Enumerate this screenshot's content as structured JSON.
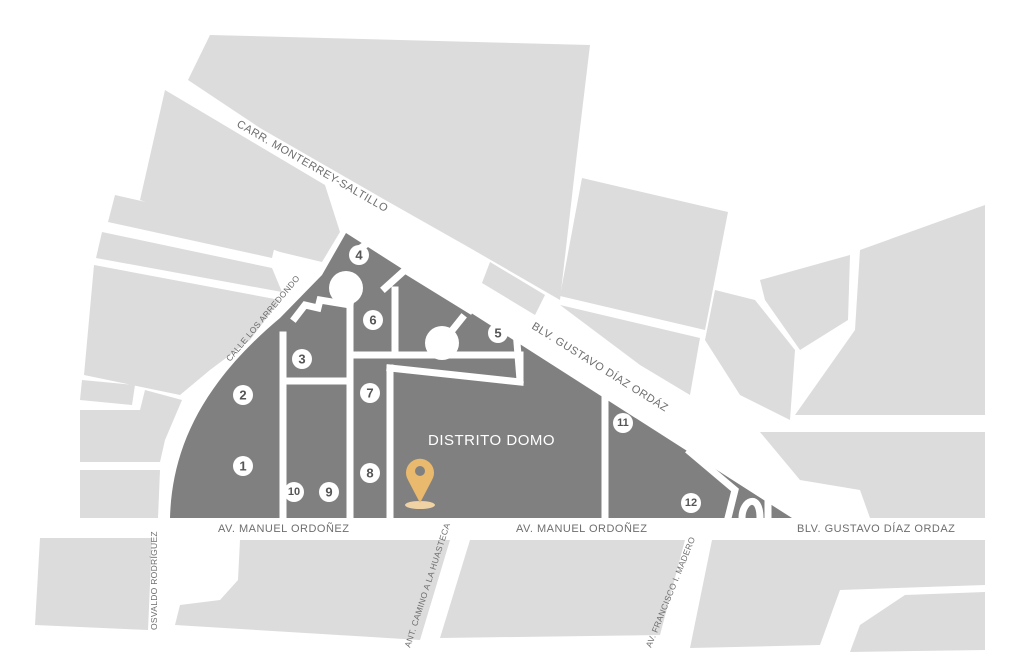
{
  "district": {
    "name": "DISTRITO DOMO",
    "pin_color": "#e9b96e"
  },
  "roads": {
    "carr_monterrey_saltillo": "CARR. MONTERREY-SALTILLO",
    "calle_los_arredondo": "CALLE LOS ARREDONDO",
    "blv_gustavo_upper": "BLV. GUSTAVO DÍAZ ORDÁZ",
    "av_manuel_ordonez_left": "AV. MANUEL ORDOÑEZ",
    "av_manuel_ordonez_right": "AV. MANUEL ORDOÑEZ",
    "blv_gustavo_lower": "BLV. GUSTAVO DÍAZ ORDAZ",
    "osvaldo_rodriguez": "OSVALDO RODRÍGUEZ",
    "ant_camino_huasteca": "ANT. CAMINO A LA HUASTECA",
    "av_francisco_madero": "AV. FRANCISCO I. MADERO"
  },
  "lots": [
    "1",
    "2",
    "3",
    "4",
    "5",
    "6",
    "7",
    "8",
    "9",
    "10",
    "11",
    "12"
  ],
  "colors": {
    "block": "#dcdcdc",
    "district_block": "#808080",
    "road": "#ffffff"
  }
}
